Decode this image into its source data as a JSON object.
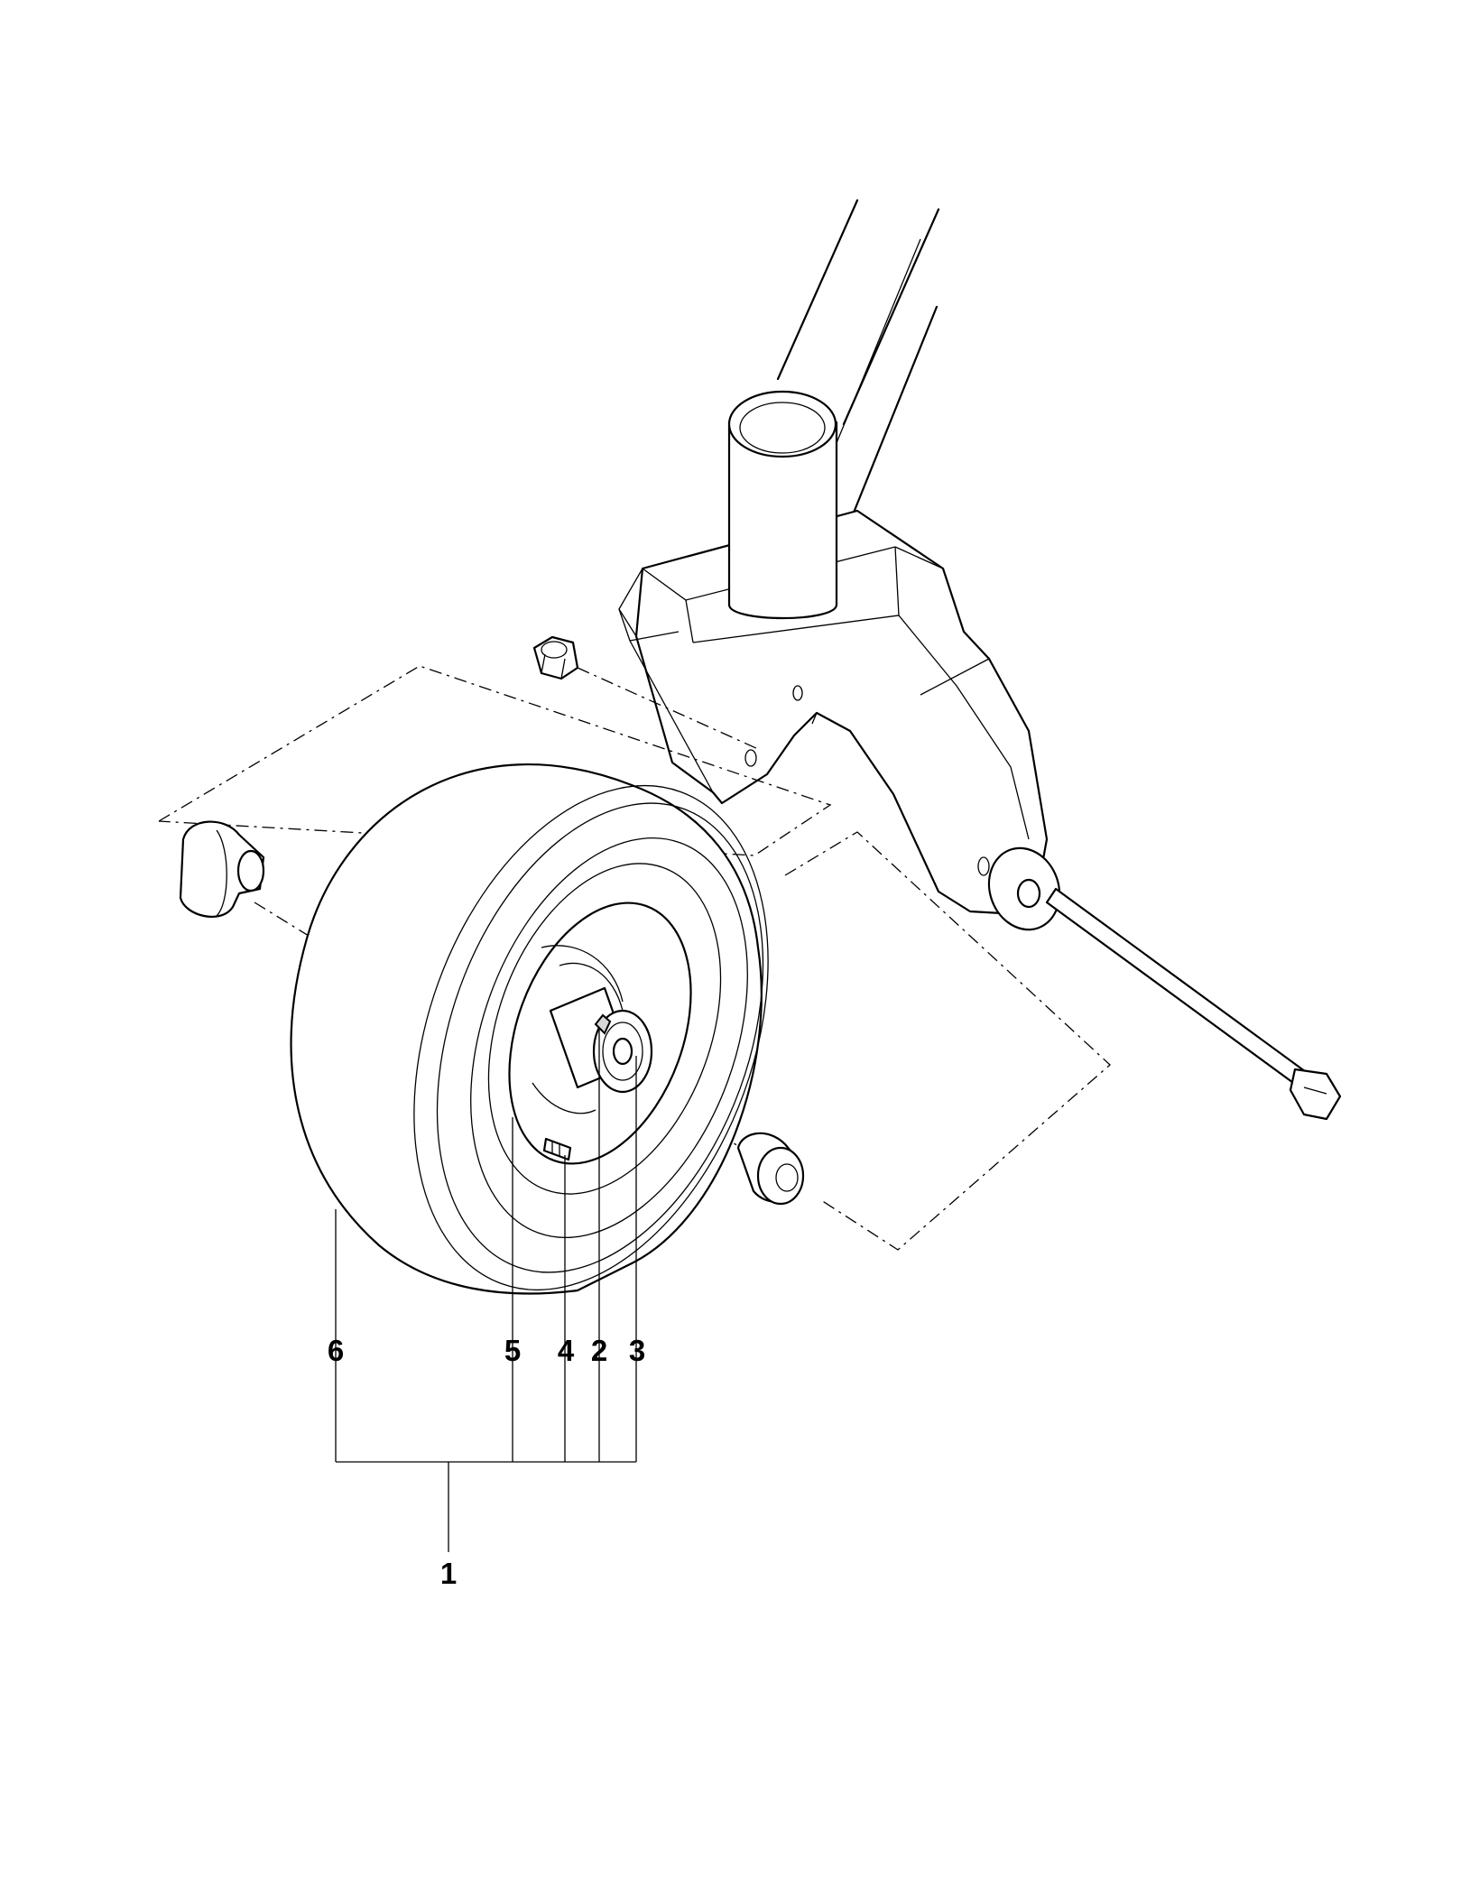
{
  "diagram": {
    "callouts": [
      {
        "id": "callout-6",
        "text": "6"
      },
      {
        "id": "callout-5",
        "text": "5"
      },
      {
        "id": "callout-4",
        "text": "4"
      },
      {
        "id": "callout-2",
        "text": "2"
      },
      {
        "id": "callout-3",
        "text": "3"
      },
      {
        "id": "callout-1",
        "text": "1"
      }
    ]
  }
}
